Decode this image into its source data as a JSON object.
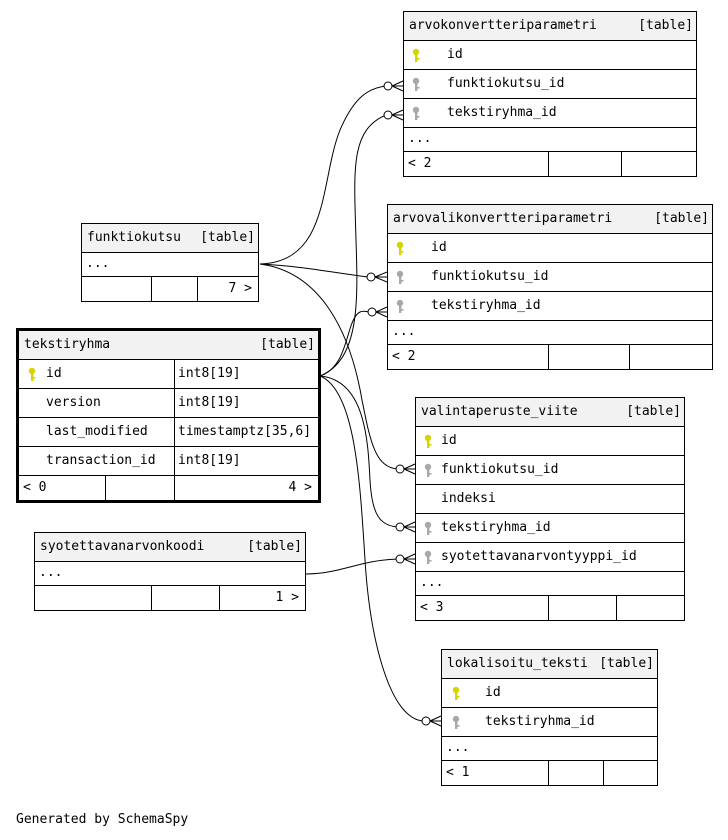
{
  "tables": {
    "arvokonvertteriparametri": {
      "name": "arvokonvertteriparametri",
      "tag": "[table]",
      "columns": [
        {
          "name": "id",
          "key": "primary"
        },
        {
          "name": "funktiokutsu_id",
          "key": "foreign"
        },
        {
          "name": "tekstiryhma_id",
          "key": "foreign"
        }
      ],
      "more": "...",
      "footer_left": "< 2",
      "footer_right": ""
    },
    "arvovalikonvertteriparametri": {
      "name": "arvovalikonvertteriparametri",
      "tag": "[table]",
      "columns": [
        {
          "name": "id",
          "key": "primary"
        },
        {
          "name": "funktiokutsu_id",
          "key": "foreign"
        },
        {
          "name": "tekstiryhma_id",
          "key": "foreign"
        }
      ],
      "more": "...",
      "footer_left": "< 2",
      "footer_right": ""
    },
    "funktiokutsu": {
      "name": "funktiokutsu",
      "tag": "[table]",
      "more": "...",
      "footer_left": "",
      "footer_right": "7 >"
    },
    "tekstiryhma": {
      "name": "tekstiryhma",
      "tag": "[table]",
      "columns": [
        {
          "name": "id",
          "type": "int8[19]",
          "key": "primary"
        },
        {
          "name": "version",
          "type": "int8[19]",
          "key": "none"
        },
        {
          "name": "last_modified",
          "type": "timestamptz[35,6]",
          "key": "none"
        },
        {
          "name": "transaction_id",
          "type": "int8[19]",
          "key": "none"
        }
      ],
      "footer_left": "< 0",
      "footer_right": "4 >"
    },
    "syotettavanarvonkoodi": {
      "name": "syotettavanarvonkoodi",
      "tag": "[table]",
      "more": "...",
      "footer_left": "",
      "footer_right": "1 >"
    },
    "valintaperuste_viite": {
      "name": "valintaperuste_viite",
      "tag": "[table]",
      "columns": [
        {
          "name": "id",
          "key": "primary"
        },
        {
          "name": "funktiokutsu_id",
          "key": "foreign"
        },
        {
          "name": "indeksi",
          "key": "none"
        },
        {
          "name": "tekstiryhma_id",
          "key": "foreign"
        },
        {
          "name": "syotettavanarvontyyppi_id",
          "key": "foreign"
        }
      ],
      "more": "...",
      "footer_left": "< 3",
      "footer_right": ""
    },
    "lokalisoitu_teksti": {
      "name": "lokalisoitu_teksti",
      "tag": "[table]",
      "columns": [
        {
          "name": "id",
          "key": "primary"
        },
        {
          "name": "tekstiryhma_id",
          "key": "foreign"
        }
      ],
      "more": "...",
      "footer_left": "< 1",
      "footer_right": ""
    }
  },
  "colors": {
    "primary_key": "#d4d400",
    "foreign_key": "#a8a8a8",
    "header_bg": "#f2f2f2"
  },
  "footer": "Generated by SchemaSpy"
}
